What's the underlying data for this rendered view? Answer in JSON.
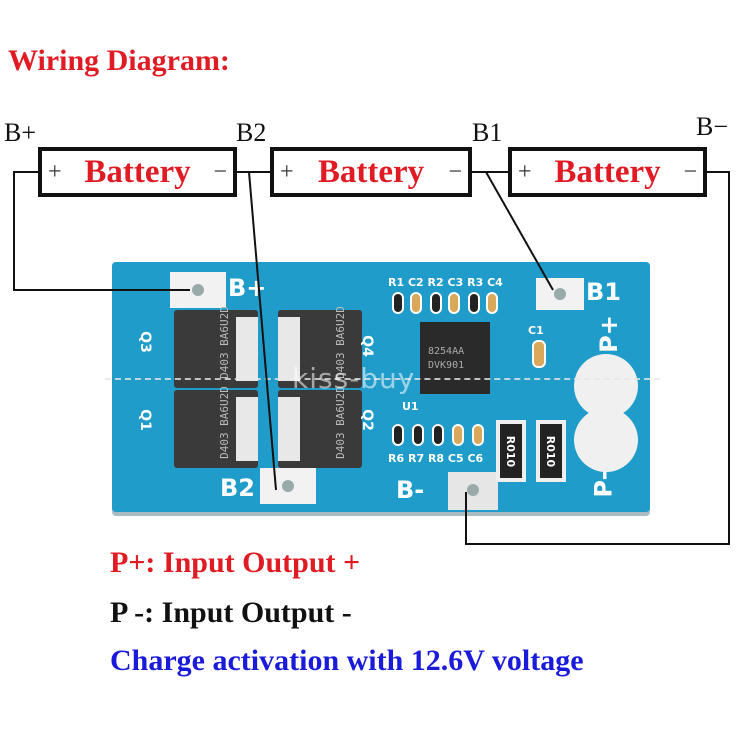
{
  "title": "Wiring Diagram:",
  "terminals": {
    "b_plus": "B+",
    "b2": "B2",
    "b1": "B1",
    "b_minus": "B−"
  },
  "batteries": [
    {
      "label": "Battery",
      "plus": "+",
      "minus": "−"
    },
    {
      "label": "Battery",
      "plus": "+",
      "minus": "−"
    },
    {
      "label": "Battery",
      "plus": "+",
      "minus": "−"
    }
  ],
  "pcb": {
    "pad_labels": {
      "b_plus": "B+",
      "b1": "B1",
      "b2": "B2",
      "b_minus": "B-",
      "p_plus": "P+",
      "p_minus": "P-"
    },
    "mosfets": [
      {
        "ref": "Q3",
        "marking": "D403 BA6U2D"
      },
      {
        "ref": "Q4",
        "marking": "D403 BA6U2D"
      },
      {
        "ref": "Q1",
        "marking": "D403 BA6U2D"
      },
      {
        "ref": "Q2",
        "marking": "D403 BA6U2D"
      }
    ],
    "top_components": [
      "R1",
      "C2",
      "R2",
      "C3",
      "R3",
      "C4"
    ],
    "bottom_components": [
      "R6",
      "R7",
      "R8",
      "C5",
      "C6"
    ],
    "ic": {
      "ref": "U1",
      "line1": "8254AA",
      "line2": "DVK901"
    },
    "cap_c1": "C1",
    "current_sense": [
      "R010",
      "R010"
    ],
    "watermark": "kiss-buy"
  },
  "colors": {
    "red": "#e01b24",
    "blue": "#1a1adb",
    "black": "#111111",
    "pcb": "#1f9cc9"
  },
  "legend": [
    {
      "text": "P+: Input Output +",
      "color": "red"
    },
    {
      "text": "P -: Input Output -",
      "color": "black"
    },
    {
      "text": "Charge activation with 12.6V voltage",
      "color": "blue"
    }
  ]
}
